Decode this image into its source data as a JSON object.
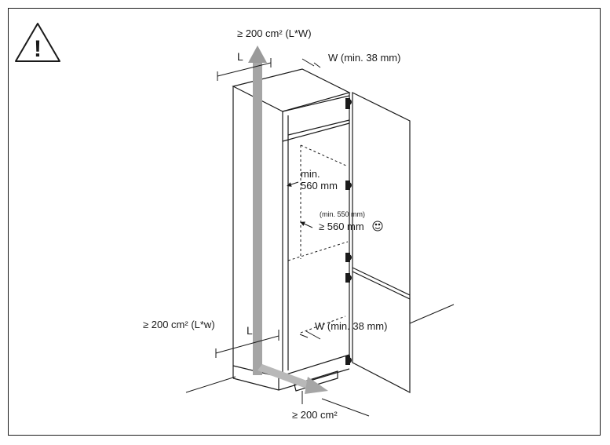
{
  "warning": {
    "icon": "warning-triangle-icon",
    "glyph": "!"
  },
  "top_vent": {
    "area_label": "≥ 200 cm² (L*W)",
    "length_label": "L",
    "width_label": "W (min. 38 mm)"
  },
  "cabinet": {
    "min_depth_label_line1": "min.",
    "min_depth_label_line2": "560 mm",
    "recommended_note": "(min. 550 mm)",
    "recommended_label": "≥ 560 mm",
    "smiley_icon": "smiley-icon"
  },
  "bottom_vent": {
    "area_label": "≥ 200 cm² (L*w)",
    "length_label": "L",
    "width_label": "W (min. 38 mm)"
  },
  "plinth_vent": {
    "area_label": "≥ 200 cm²"
  },
  "colors": {
    "line": "#1a1a1a",
    "airflow_arrow": "#9a9a9a",
    "airflow_arrow_light": "#c4c4c4"
  }
}
